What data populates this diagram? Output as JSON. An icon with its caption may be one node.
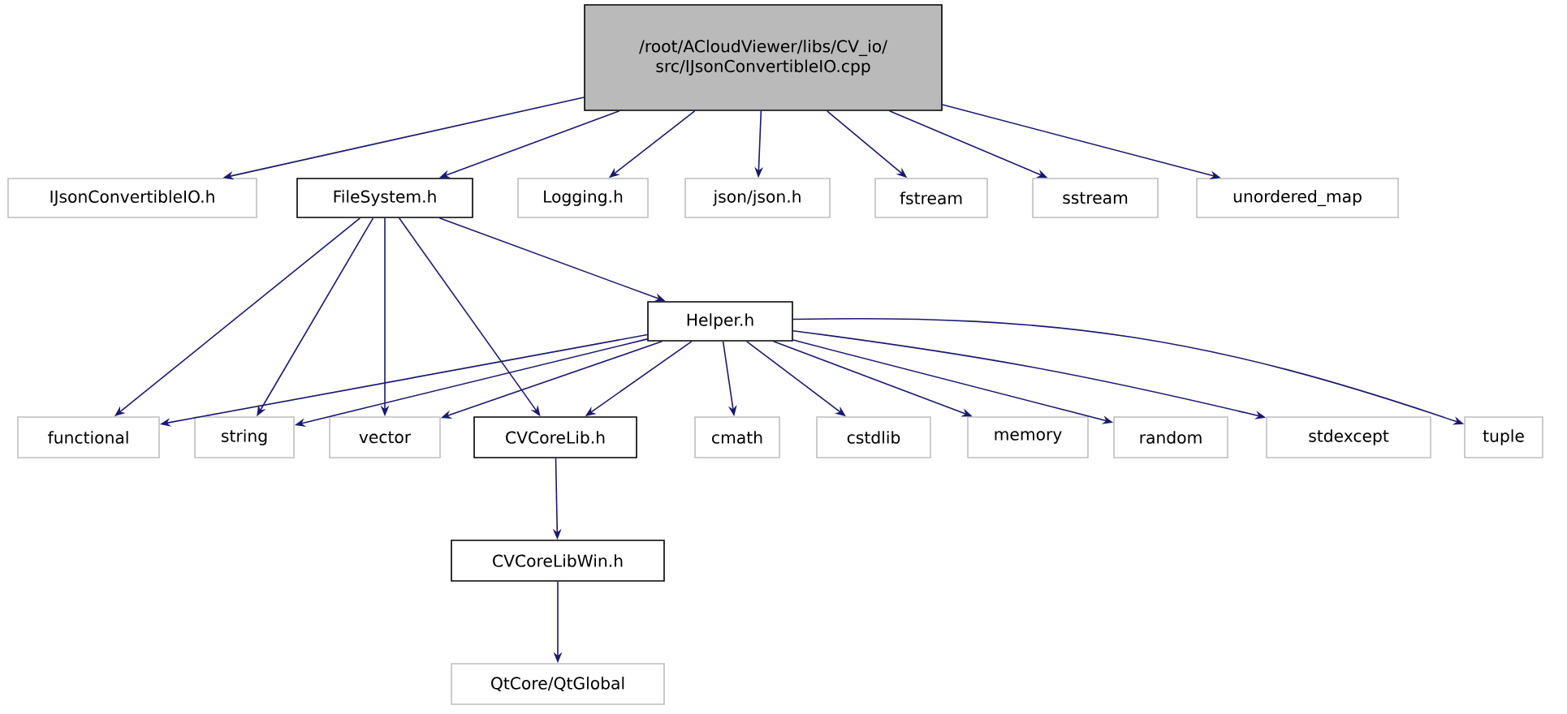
{
  "diagram": {
    "nodes": [
      {
        "text": [
          "/root/ACloudViewer/libs/CV_io/src/IJsonConvertibleIO.cpp"
        ]
      },
      {
        "text": [
          "IJsonConvertibleIO.h"
        ]
      },
      {
        "text": [
          "FileSystem.h"
        ]
      },
      {
        "text": [
          "Logging.h"
        ]
      },
      {
        "text": [
          "json/json.h"
        ]
      },
      {
        "text": [
          "fstream"
        ]
      },
      {
        "text": [
          "sstream"
        ]
      },
      {
        "text": [
          "unordered_map"
        ]
      },
      {
        "text": [
          "Helper.h"
        ]
      },
      {
        "text": [
          "functional"
        ]
      },
      {
        "text": [
          "string"
        ]
      },
      {
        "text": [
          "vector"
        ]
      },
      {
        "text": [
          "CVCoreLib.h"
        ]
      },
      {
        "text": [
          "cmath"
        ]
      },
      {
        "text": [
          "cstdlib"
        ]
      },
      {
        "text": [
          "memory"
        ]
      },
      {
        "text": [
          "random"
        ]
      },
      {
        "text": [
          "stdexcept"
        ]
      },
      {
        "text": [
          "tuple"
        ]
      },
      {
        "text": [
          "CVCoreLibWin.h"
        ]
      },
      {
        "text": [
          "QtCore/QtGlobal"
        ]
      }
    ],
    "edges": [
      {
        "from": 0,
        "to": 1,
        "arrow": "to"
      },
      {
        "from": 0,
        "to": 2,
        "arrow": "to"
      },
      {
        "from": 0,
        "to": 3,
        "arrow": "to"
      },
      {
        "from": 0,
        "to": 4,
        "arrow": "to"
      },
      {
        "from": 0,
        "to": 5,
        "arrow": "to"
      },
      {
        "from": 0,
        "to": 6,
        "arrow": "to"
      },
      {
        "from": 0,
        "to": 7,
        "arrow": "to"
      },
      {
        "from": 2,
        "to": 9,
        "arrow": "to"
      },
      {
        "from": 2,
        "to": 10,
        "arrow": "to"
      },
      {
        "from": 2,
        "to": 11,
        "arrow": "to"
      },
      {
        "from": 2,
        "to": 12,
        "arrow": "to"
      },
      {
        "from": 2,
        "to": 8,
        "arrow": "to"
      },
      {
        "from": 8,
        "to": 9,
        "arrow": "to"
      },
      {
        "from": 8,
        "to": 10,
        "arrow": "to"
      },
      {
        "from": 8,
        "to": 11,
        "arrow": "to"
      },
      {
        "from": 8,
        "to": 12,
        "arrow": "to"
      },
      {
        "from": 8,
        "to": 13,
        "arrow": "to"
      },
      {
        "from": 8,
        "to": 14,
        "arrow": "to"
      },
      {
        "from": 8,
        "to": 15,
        "arrow": "to"
      },
      {
        "from": 8,
        "to": 16,
        "arrow": "to"
      },
      {
        "from": 8,
        "to": 17,
        "arrow": "to"
      },
      {
        "from": 8,
        "to": 18,
        "arrow": "to"
      },
      {
        "from": 12,
        "to": 19,
        "arrow": "to"
      },
      {
        "from": 19,
        "to": 20,
        "arrow": "to"
      }
    ]
  }
}
